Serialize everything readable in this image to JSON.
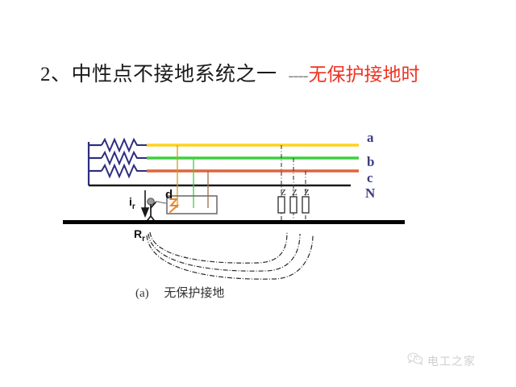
{
  "slide": {
    "background_color": "#ffffff",
    "title": {
      "main": "2、中性点不接地系统之一",
      "dashes": "----",
      "accent": "无保护接地时",
      "accent_color": "#ee3322",
      "dash_color": "#8a8a8a"
    },
    "caption": "(a)     无保护接地"
  },
  "diagram": {
    "phase_labels": [
      {
        "name": "a",
        "text": "a",
        "color": "#ffd21e"
      },
      {
        "name": "b",
        "text": "b",
        "color": "#3ecf3e"
      },
      {
        "name": "c",
        "text": "c",
        "color": "#e0643c"
      },
      {
        "name": "N",
        "text": "N",
        "color": "#000000"
      }
    ],
    "label_color": "#3b3b82",
    "annotations": {
      "current_symbol": "i",
      "current_subscript": "r",
      "resistance_symbol": "R",
      "resistance_subscript": "r",
      "fault_point": "d"
    },
    "impedances": [
      {
        "label": "Z"
      },
      {
        "label": "Z"
      },
      {
        "label": "Z"
      }
    ],
    "colors": {
      "phase_a": "#ffd21e",
      "phase_b": "#3ecf3e",
      "phase_c": "#e0643c",
      "neutral": "#1a1a1a",
      "winding": "#2d2d80",
      "ground_bar": "#000000",
      "load_box_stroke": "#6f6f6f",
      "spark": "#e8862a",
      "dashdot": "#3a3a3a"
    }
  },
  "watermark": {
    "icon": "wechat-icon",
    "text": "电工之家",
    "color": "#8d8d8d"
  }
}
